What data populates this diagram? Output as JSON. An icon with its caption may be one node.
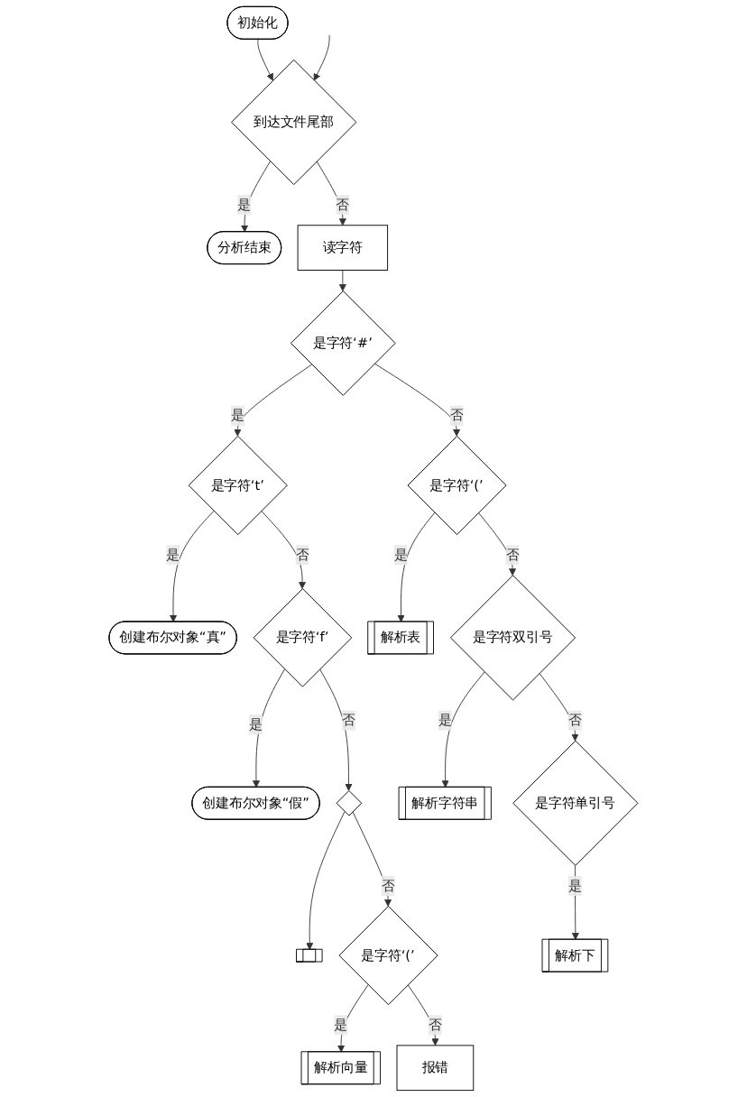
{
  "diagram": {
    "nodes": [
      {
        "text": [
          "初始化"
        ]
      },
      {
        "text": [
          "到达文件尾部"
        ]
      },
      {
        "text": [
          "分析结束"
        ]
      },
      {
        "text": [
          "读字符"
        ]
      },
      {
        "text": [
          "是字符‘#’"
        ]
      },
      {
        "text": [
          "是字符‘t’"
        ]
      },
      {
        "text": [
          "创建布尔对象“真”"
        ]
      },
      {
        "text": [
          "是字符‘f’"
        ]
      },
      {
        "text": [
          "创建布尔对象“假”"
        ]
      },
      {
        "text": [],
        "shape": "diamond"
      },
      {
        "text": [],
        "shape": "box"
      },
      {
        "text": [
          "是字符‘(’"
        ]
      },
      {
        "text": [
          "解析向量"
        ]
      },
      {
        "text": [
          "报错"
        ]
      },
      {
        "text": [
          "是字符‘(’"
        ]
      },
      {
        "text": [
          "解析表"
        ]
      },
      {
        "text": [
          "是字符双引号"
        ]
      },
      {
        "text": [
          "解析字符串"
        ]
      },
      {
        "text": [
          "是字符单引号"
        ]
      },
      {
        "text": [
          "解析下"
        ]
      }
    ],
    "edges": [
      {
        "from": 0,
        "to": 1,
        "arrow": "to"
      },
      {
        "from": 1,
        "to": 2,
        "arrow": "to",
        "label": "是"
      },
      {
        "from": 1,
        "to": 3,
        "arrow": "to",
        "label": "否"
      },
      {
        "from": 3,
        "to": 4,
        "arrow": "to"
      },
      {
        "from": 4,
        "to": 5,
        "arrow": "to",
        "label": "是"
      },
      {
        "from": 5,
        "to": 6,
        "arrow": "to",
        "label": "是"
      },
      {
        "from": 5,
        "to": 7,
        "arrow": "to",
        "label": "否"
      },
      {
        "from": 7,
        "to": 8,
        "arrow": "to",
        "label": "是"
      },
      {
        "from": 7,
        "to": 9,
        "arrow": "to",
        "label": "否"
      },
      {
        "from": 9,
        "to": 10,
        "arrow": "to"
      },
      {
        "from": 9,
        "to": 11,
        "arrow": "to",
        "label": "否"
      },
      {
        "from": 11,
        "to": 12,
        "arrow": "to",
        "label": "是"
      },
      {
        "from": 11,
        "to": 13,
        "arrow": "to",
        "label": "否"
      },
      {
        "from": 4,
        "to": 14,
        "arrow": "to",
        "label": "否"
      },
      {
        "from": 14,
        "to": 15,
        "arrow": "to",
        "label": "是"
      },
      {
        "from": 14,
        "to": 16,
        "arrow": "to",
        "label": "否"
      },
      {
        "from": 16,
        "to": 17,
        "arrow": "to",
        "label": "是"
      },
      {
        "from": 16,
        "to": 18,
        "arrow": "to",
        "label": "否"
      },
      {
        "from": 18,
        "to": 19,
        "arrow": "to",
        "label": "是"
      },
      {
        "from": null,
        "to": 1,
        "arrow": "to"
      }
    ]
  }
}
